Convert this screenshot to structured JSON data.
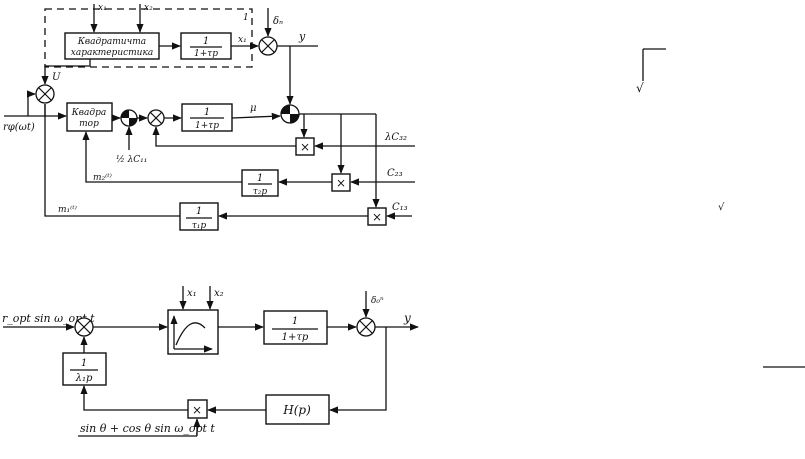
{
  "top": {
    "in_x1": "x₁",
    "in_x2": "x₂",
    "group_label": "1",
    "quad_block": [
      "Квадратичта",
      "характеристика"
    ],
    "lag_num": "1",
    "lag_den": "1+τp",
    "x1_out": "x₁",
    "noise": "δₙ",
    "y": "y",
    "u": "U",
    "input": "rφ(ωt)",
    "sq_block": [
      "Квадра",
      "тор"
    ],
    "half_c": "½ λC₁₁",
    "lag2_num": "1",
    "lag2_den": "1+τp",
    "mu": "μ",
    "lc32": "λC₃₂",
    "m2": "m₂⁽ᵗ⁾",
    "tau2_num": "1",
    "tau2_den": "τ₂p",
    "c23": "C₂₃",
    "m1": "m₁⁽ᵗ⁾",
    "tau1_num": "1",
    "tau1_den": "τ₁p",
    "c13": "C₁₃",
    "mult": "×"
  },
  "bottom": {
    "input": "r_opt sin ω_opt t",
    "in_x1": "x₁",
    "in_x2": "x₂",
    "lag_num": "1",
    "lag_den": "1+τp",
    "noise": "δ₀ⁿ",
    "y": "y",
    "int_num": "1",
    "int_den": "λ₁p",
    "mult": "×",
    "filter": "H(p)",
    "demod": "sin θ + cos θ sin ω_opt t"
  },
  "margin": {
    "sqrt1": "√",
    "sqrt2": "√"
  }
}
